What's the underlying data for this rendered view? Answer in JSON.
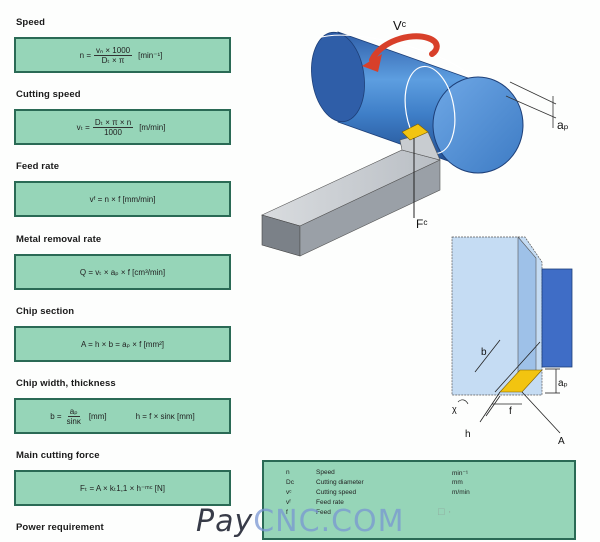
{
  "sections": [
    {
      "title": "Speed",
      "formula": {
        "lhs": "n =",
        "num": "vₙ × 1000",
        "den": "Dₜ × π",
        "unit": "[min⁻¹]"
      }
    },
    {
      "title": "Cutting speed",
      "formula": {
        "lhs": "vₜ =",
        "num": "Dₜ × π × n",
        "den": "1000",
        "unit": "[m/min]"
      }
    },
    {
      "title": "Feed rate",
      "formula": {
        "text": "vᶠ = n × f  [mm/min]"
      }
    },
    {
      "title": "Metal removal rate",
      "formula": {
        "text": "Q = vₜ × aₚ × f  [cm³/min]"
      }
    },
    {
      "title": "Chip section",
      "formula": {
        "text": "A = h × b = aₚ × f  [mm²]"
      }
    },
    {
      "title": "Chip width, thickness",
      "formula": {
        "lhs": "b =",
        "num": "aₚ",
        "den": "sinκ",
        "unit": "[mm]",
        "text2": "h = f × sinκ  [mm]"
      }
    },
    {
      "title": "Main cutting force",
      "formula": {
        "text": "Fₜ = A × kₜ1,1 × h⁻ᵐᶜ  [N]"
      }
    },
    {
      "title": "Power requirement"
    }
  ],
  "diagram": {
    "vc": "Vᶜ",
    "ap": "aₚ",
    "fc": "Fᶜ",
    "b": "b",
    "h": "h",
    "f": "f",
    "kappa": "χ",
    "A": "A"
  },
  "legend": {
    "rows": [
      {
        "sym": "n",
        "desc": "Speed",
        "unit": "min⁻¹"
      },
      {
        "sym": "Dᴄ",
        "desc": "Cutting diameter",
        "unit": "mm"
      },
      {
        "sym": "vᶜ",
        "desc": "Cutting speed",
        "unit": "m/min"
      },
      {
        "sym": "vᶠ",
        "desc": "Feed rate",
        "unit": ""
      },
      {
        "sym": "f",
        "desc": "Feed",
        "unit": ""
      }
    ]
  },
  "watermark": {
    "pay": "Pay",
    "cnc": "CNC.COM",
    "extra": "□ ·"
  },
  "colors": {
    "box_fill": "#96d5b8",
    "box_border": "#2a6a55",
    "cylinder": "#3f7fc8",
    "insert": "#f2c410",
    "arrow": "#d8402a"
  }
}
